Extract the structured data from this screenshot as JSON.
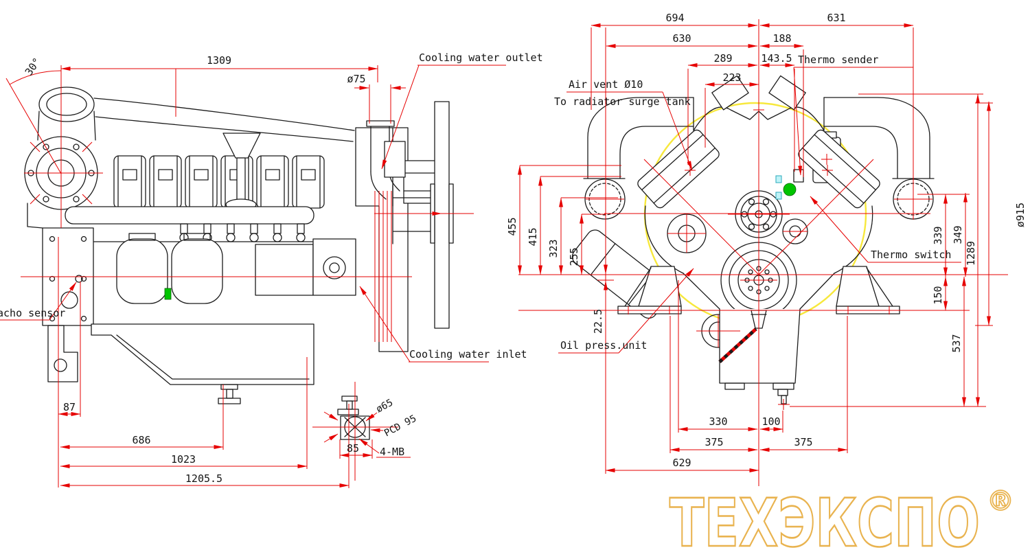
{
  "watermark": {
    "text": "ТЕХЭКСПО",
    "reg": "®"
  },
  "colors": {
    "dimension_red": "#E60000",
    "line_black": "#1B1B1B",
    "flywheel_circle_yellow": "#F7E83C",
    "sensor_green": "#00C400",
    "marker_cyan": "#6ED9E8",
    "watermark_gold": "#E9B34F"
  },
  "side_view": {
    "labels": {
      "cooling_water_outlet": "Cooling water outlet",
      "cooling_water_inlet": "Cooling water inlet",
      "tacho_sensor": "acho sensor"
    },
    "dims": {
      "angle_30": "30°",
      "len_1309": "1309",
      "dia_75": "ø75",
      "d_87": "87",
      "d_686": "686",
      "d_1023": "1023",
      "d_1205_5": "1205.5",
      "flange_dia_65": "ø65",
      "flange_pcd_95": "PCD 95",
      "flange_85": "85",
      "flange_bolts": "4-MB"
    }
  },
  "front_view": {
    "labels": {
      "air_vent": "Air vent Ø10",
      "radiator_surge_tank": "To radiator surge tank",
      "thermo_sender": "Thermo sender",
      "thermo_switch": "Thermo switch",
      "oil_press_unit": "Oil press.unit"
    },
    "dims": {
      "d_694": "694",
      "d_631": "631",
      "d_630": "630",
      "d_188": "188",
      "d_289": "289",
      "d_143_5": "143.5",
      "d_223": "223",
      "d_455": "455",
      "d_415": "415",
      "d_323": "323",
      "d_255": "255",
      "d_22_5": "22.5",
      "d_339": "339",
      "d_349": "349",
      "d_1289": "1289",
      "d_150": "150",
      "d_537": "537",
      "dia_915": "ø915",
      "d_330": "330",
      "d_100": "100",
      "d_375_left": "375",
      "d_375_right": "375",
      "d_629": "629"
    }
  }
}
